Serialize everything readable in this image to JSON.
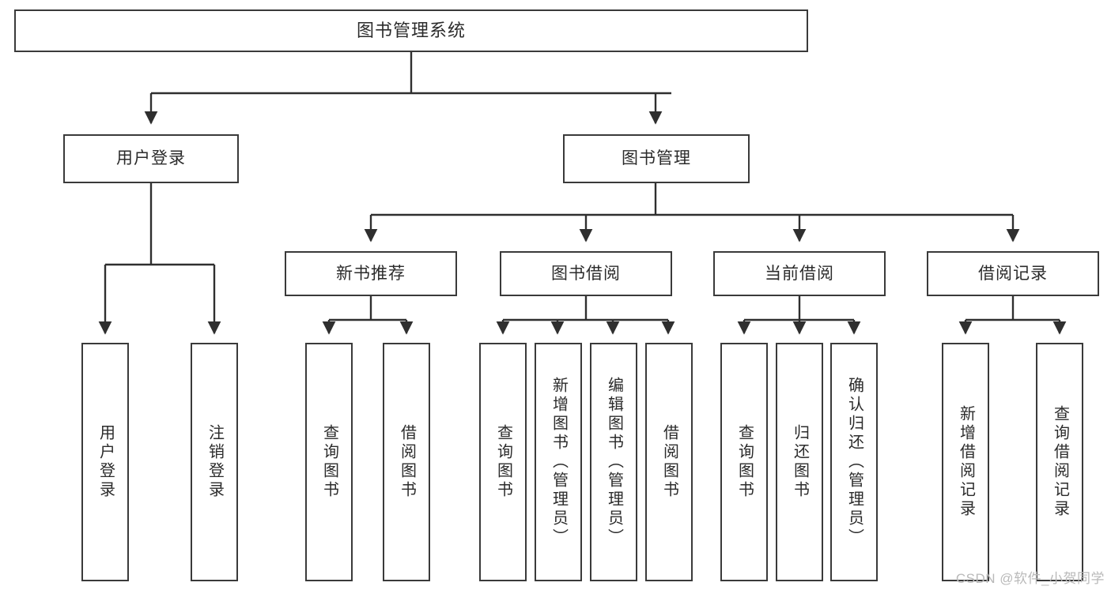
{
  "diagram": {
    "title_text": "图书管理系统",
    "watermark": "CSDN @软件_小贺同学",
    "type": "hierarchy-tree",
    "accent_color": "#2f2f2f",
    "text_color": "#2b2b2b",
    "background_color": "#ffffff",
    "levels": 4,
    "root": {
      "label": "图书管理系统"
    },
    "level2": [
      {
        "label": "用户登录"
      },
      {
        "label": "图书管理"
      }
    ],
    "level3": [
      {
        "label": "新书推荐"
      },
      {
        "label": "图书借阅"
      },
      {
        "label": "当前借阅"
      },
      {
        "label": "借阅记录"
      }
    ],
    "leaves": [
      {
        "label": "用户登录",
        "parent": "用户登录"
      },
      {
        "label": "注销登录",
        "parent": "用户登录"
      },
      {
        "label": "查询图书",
        "parent": "新书推荐"
      },
      {
        "label": "借阅图书",
        "parent": "新书推荐"
      },
      {
        "label": "查询图书",
        "parent": "图书借阅"
      },
      {
        "label": "新增图书（管理员）",
        "parent": "图书借阅"
      },
      {
        "label": "编辑图书（管理员）",
        "parent": "图书借阅"
      },
      {
        "label": "借阅图书",
        "parent": "图书借阅"
      },
      {
        "label": "查询图书",
        "parent": "当前借阅"
      },
      {
        "label": "归还图书",
        "parent": "当前借阅"
      },
      {
        "label": "确认归还（管理员）",
        "parent": "当前借阅"
      },
      {
        "label": "新增借阅记录",
        "parent": "借阅记录"
      },
      {
        "label": "查询借阅记录",
        "parent": "借阅记录"
      }
    ]
  }
}
